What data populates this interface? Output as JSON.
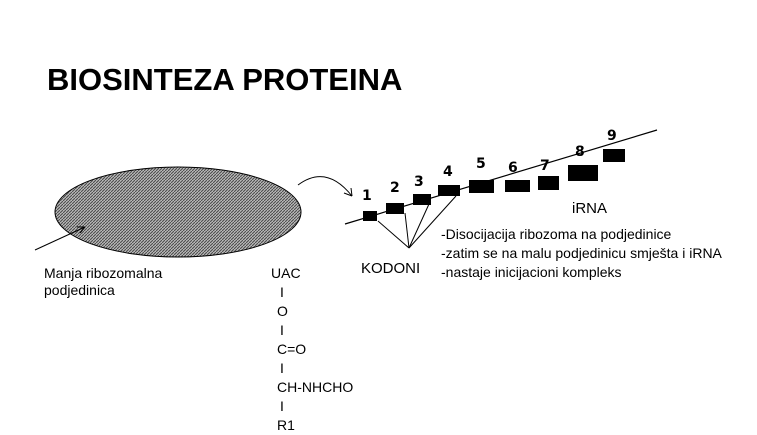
{
  "title": "BIOSINTEZA PROTEINA",
  "ribosome_label": [
    "Manja ribozomalna",
    "podjedinica"
  ],
  "kodoni_label": "KODONI",
  "irna_label": "iRNA",
  "notes": [
    "-Disocijacija ribozoma na podjedinice",
    "-zatim se na malu podjedinicu smješta i iRNA",
    "-nastaje inicijacioni kompleks"
  ],
  "chain": [
    "UAC",
    "I",
    "O",
    "I",
    "C=O",
    "I",
    "CH-NHCHO",
    "I",
    "R1"
  ],
  "codon_numbers": [
    "1",
    "2",
    "3",
    "4",
    "5",
    "6",
    "7",
    "8",
    "9"
  ],
  "colors": {
    "ink": "#000000",
    "subunit_fill": "#8a8a8a"
  }
}
